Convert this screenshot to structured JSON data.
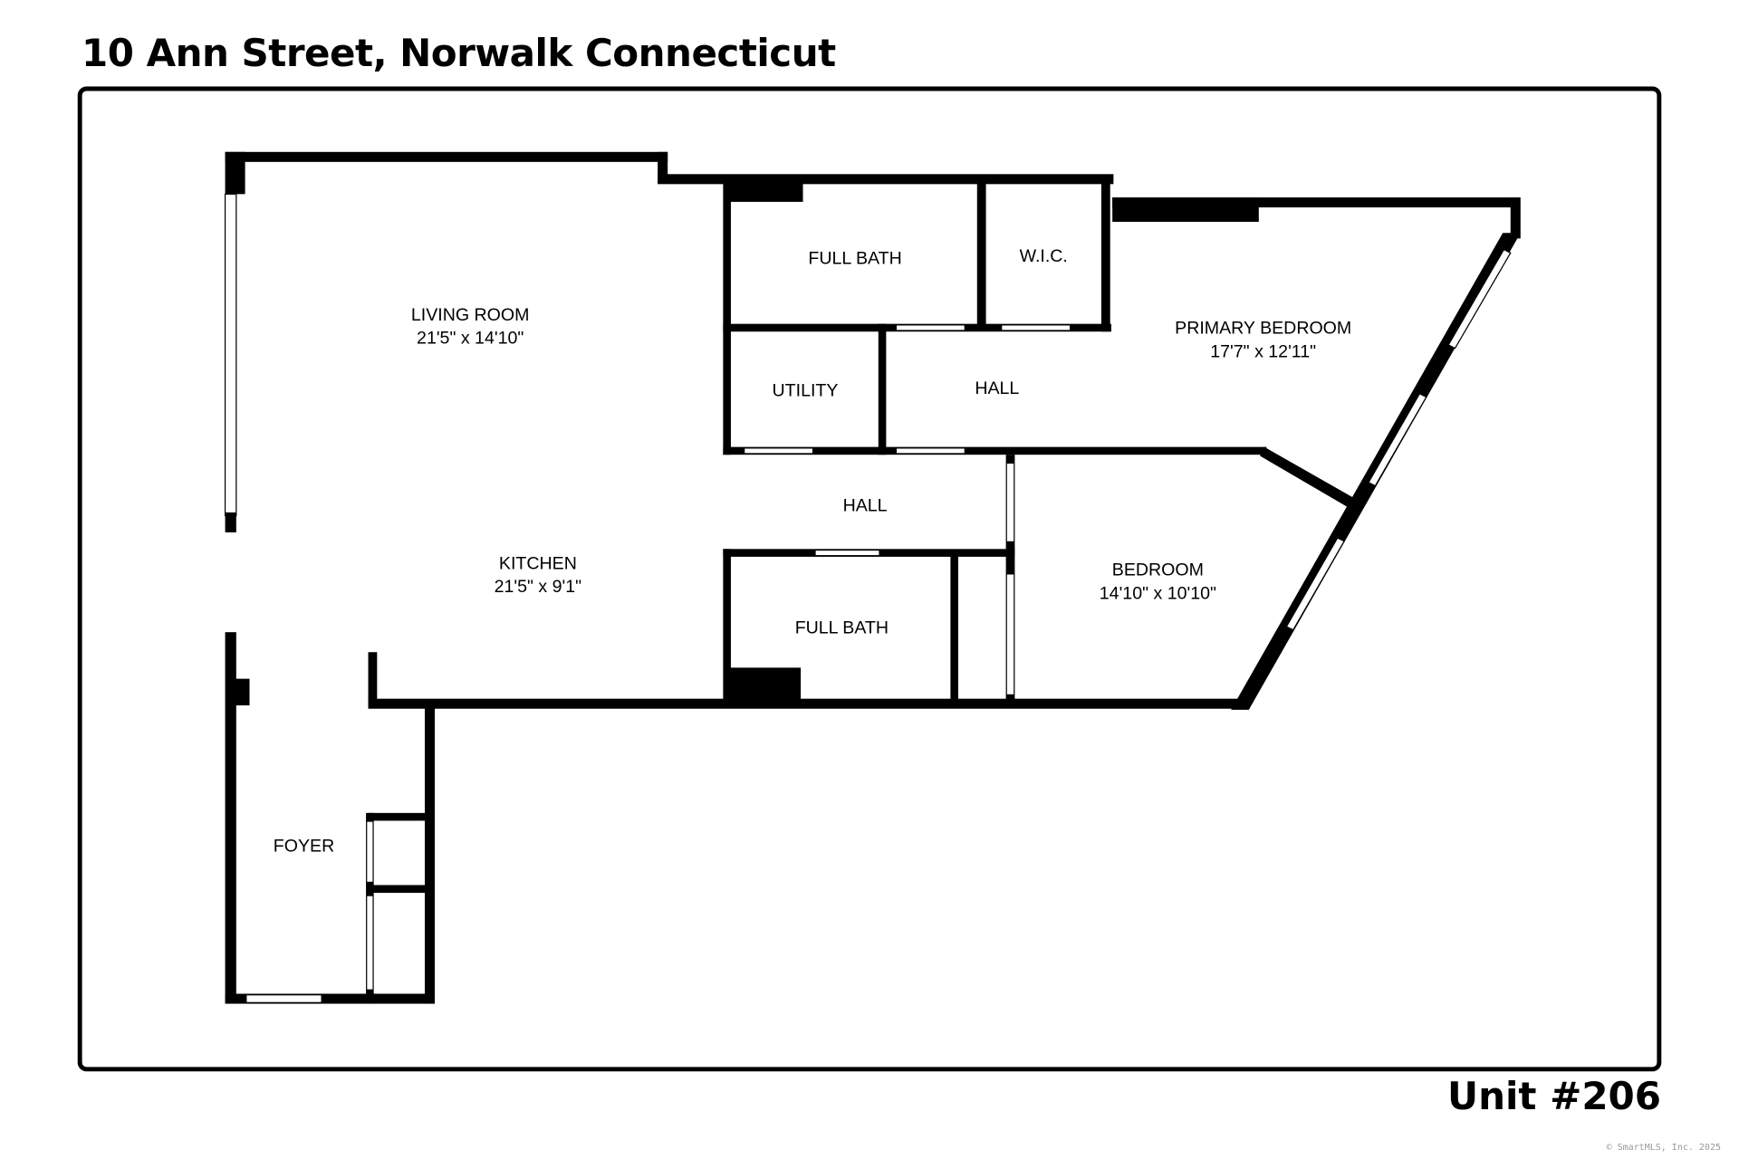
{
  "header": {
    "title": "10 Ann Street, Norwalk Connecticut"
  },
  "footer": {
    "unit": "Unit #206",
    "copyright": "© SmartMLS, Inc.  2025"
  },
  "rooms": {
    "living_room": {
      "name": "LIVING ROOM",
      "size": "21'5\" x 14'10\""
    },
    "kitchen": {
      "name": "KITCHEN",
      "size": "21'5\" x 9'1\""
    },
    "foyer": {
      "name": "FOYER"
    },
    "full_bath_1": {
      "name": "FULL BATH"
    },
    "wic": {
      "name": "W.I.C."
    },
    "utility": {
      "name": "UTILITY"
    },
    "hall_1": {
      "name": "HALL"
    },
    "hall_2": {
      "name": "HALL"
    },
    "primary_bedroom": {
      "name": "PRIMARY BEDROOM",
      "size": "17'7\" x 12'11\""
    },
    "bedroom": {
      "name": "BEDROOM",
      "size": "14'10\" x 10'10\""
    },
    "full_bath_2": {
      "name": "FULL BATH"
    }
  }
}
